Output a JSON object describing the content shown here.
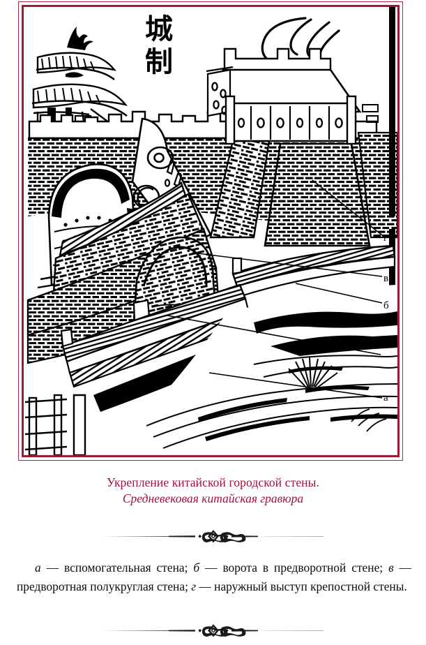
{
  "figure": {
    "plate_title_cjk": "城制",
    "callouts": [
      {
        "key": "g",
        "label": "г"
      },
      {
        "key": "v",
        "label": "в"
      },
      {
        "key": "b",
        "label": "б"
      },
      {
        "key": "a",
        "label": "а"
      }
    ]
  },
  "caption": {
    "line1": "Укрепление китайской городской стены.",
    "line2": "Средневековая китайская гравюра",
    "color": "#a3123a"
  },
  "legend": {
    "marker_a": "а",
    "text_a": " — вспомогательная стена; ",
    "marker_b": "б",
    "text_b": " — ворота в предворотной стене; ",
    "marker_v": "в",
    "text_v": " — предворотная полукруглая стена; ",
    "marker_g": "г",
    "text_g": " — наружный выступ крепостной стены."
  },
  "frame": {
    "outer_color": "#b0243f",
    "inner_color": "#9e1b36"
  },
  "ornament": {
    "name": "fleuron-divider",
    "color": "#1a1a1a"
  }
}
